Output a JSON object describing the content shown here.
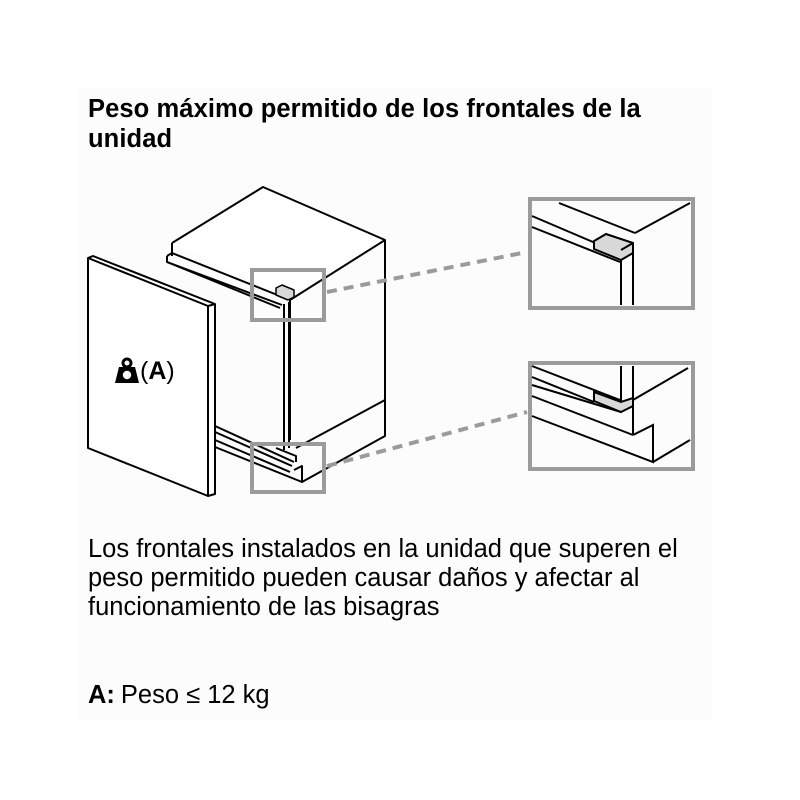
{
  "title": "Peso máximo permitido de los frontales de la unidad",
  "illustration": {
    "weight_icon": "weight-icon",
    "weight_label_open": "(",
    "weight_label_letter": "A",
    "weight_label_close": ")",
    "callouts": [
      "top-hinge-detail",
      "bottom-hinge-detail"
    ],
    "colors": {
      "line": "#000000",
      "callout_frame": "#9b9b9b",
      "hinge_fill": "#d8d8d8"
    }
  },
  "description": "Los frontales instalados en la unidad que superen el peso permitido pueden causar daños y afectar al funcionamiento de las bisagras",
  "spec": {
    "key": "A:",
    "value": "Peso ≤ 12 kg"
  }
}
